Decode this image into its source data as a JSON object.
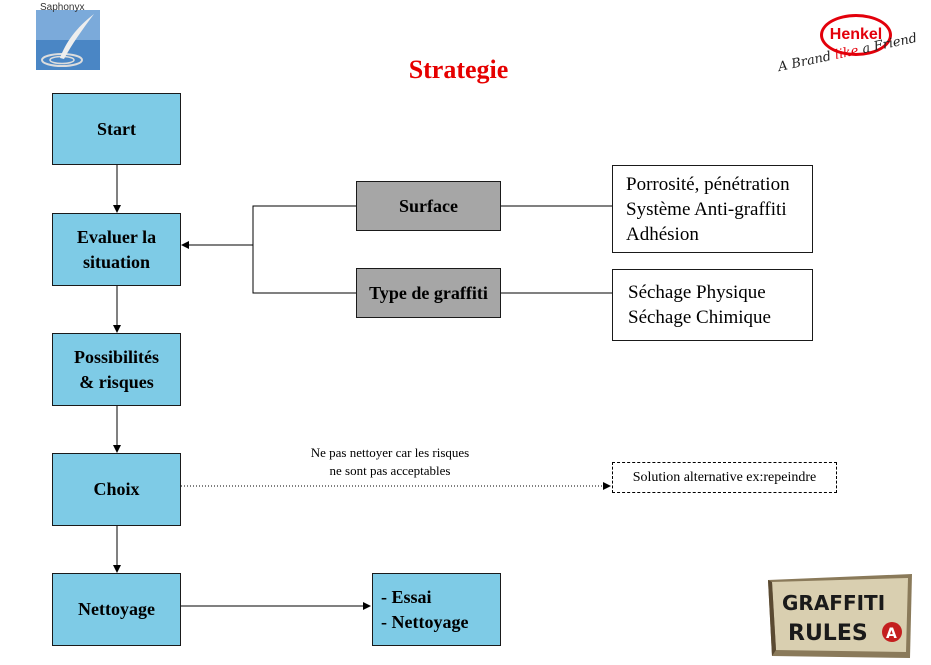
{
  "title": "Strategie",
  "logos": {
    "left_text": "Saphonyx",
    "brand": "Henkel",
    "slogan_pre": "A Brand ",
    "slogan_like": "like",
    "slogan_post": " a Friend",
    "sign_line1": "GRAFFITI",
    "sign_line2": "RULES"
  },
  "flow": {
    "start": "Start",
    "evaluer": "Evaluer la\nsituation",
    "possibilites": "Possibilités\n& risques",
    "choix": "Choix",
    "nettoyage": "Nettoyage"
  },
  "factors": {
    "surface": "Surface",
    "type_graffiti": "Type de graffiti"
  },
  "details": {
    "surface_lines": "Porrosité, pénétration\nSystème Anti-graffiti\nAdhésion",
    "graffiti_lines": "Séchage Physique\nSéchage Chimique"
  },
  "choice_note": "Ne pas nettoyer car les risques\nne sont pas acceptables",
  "alternative": "Solution alternative ex:repeindre",
  "outcome": "- Essai\n- Nettoyage",
  "colors": {
    "flow_box": "#7ecbe6",
    "factor_box": "#a6a6a6",
    "title": "#e60000"
  }
}
